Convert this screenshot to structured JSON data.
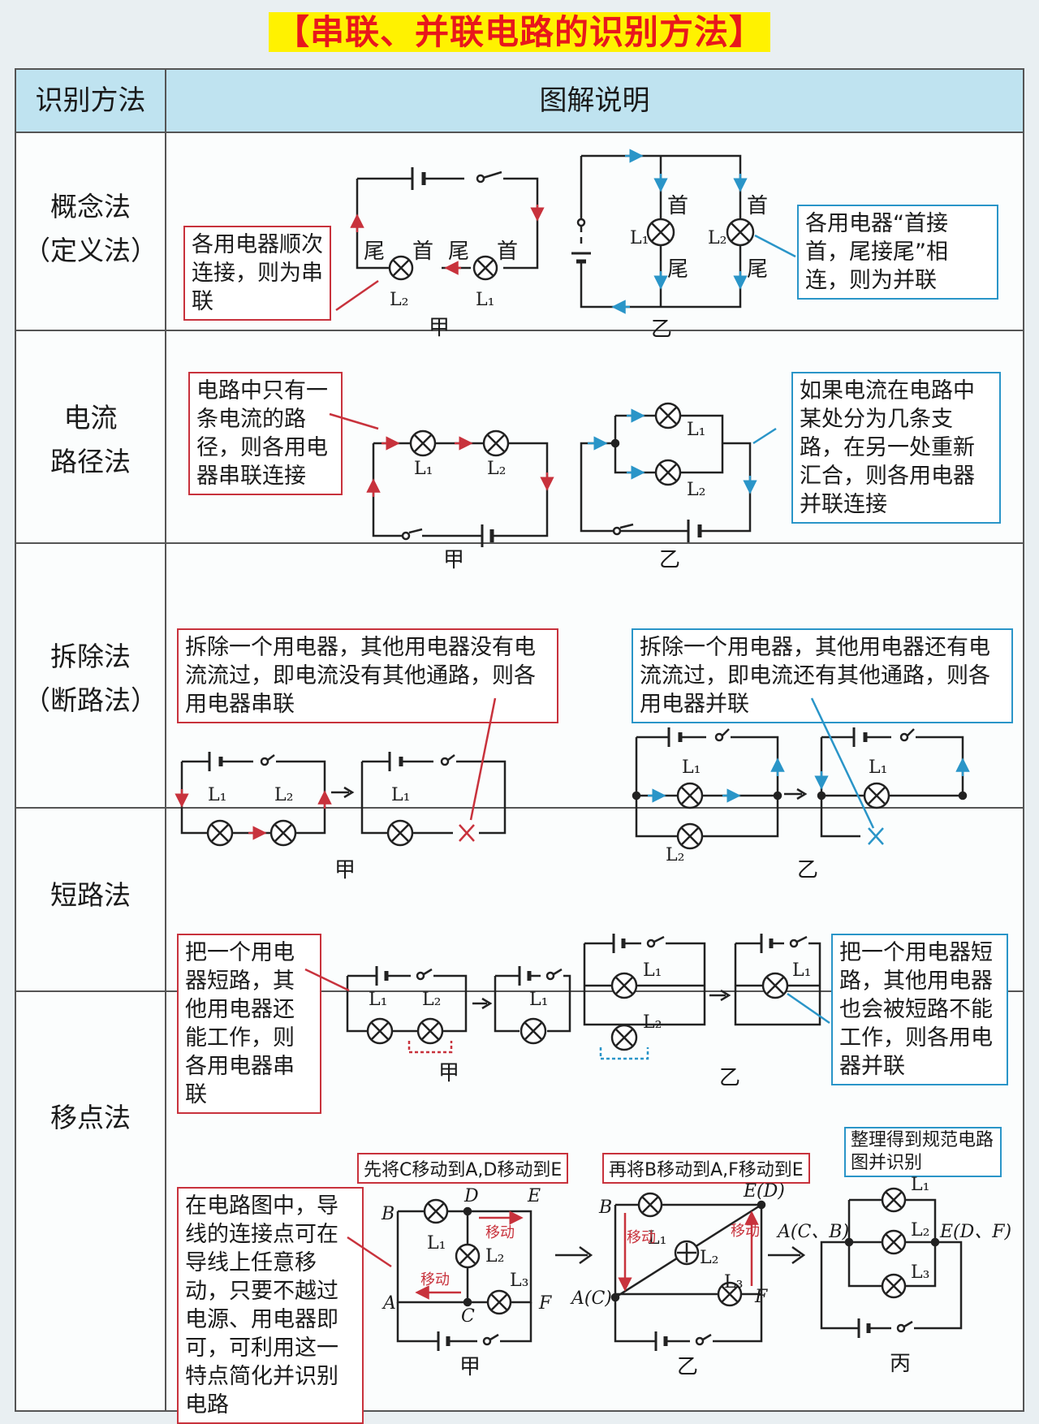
{
  "page_title": "【串联、并联电路的识别方法】",
  "table": {
    "col_method": "识别方法",
    "col_diagram": "图解说明"
  },
  "rows": {
    "concept": {
      "method_line1": "概念法",
      "method_line2": "（定义法）",
      "note_series": "各用电器顺次连接，则为串联",
      "note_parallel": "各用电器“首接首，尾接尾”相连，则为并联",
      "head": "首",
      "tail": "尾",
      "fig_a": "甲",
      "fig_b": "乙"
    },
    "path": {
      "method_line1": "电流",
      "method_line2": "路径法",
      "note_series": "电路中只有一条电流的路径，则各用电器串联连接",
      "note_parallel": "如果电流在电路中某处分为几条支路，在另一处重新汇合，则各用电器并联连接",
      "fig_a": "甲",
      "fig_b": "乙"
    },
    "remove": {
      "method_line1": "拆除法",
      "method_line2": "（断路法）",
      "note_series": "拆除一个用电器，其他用电器没有电流流过，即电流没有其他通路，则各用电器串联",
      "note_parallel": "拆除一个用电器，其他用电器还有电流流过，即电流还有其他通路，则各用电器并联",
      "fig_a": "甲",
      "fig_b": "乙"
    },
    "short": {
      "method_line1": "短路法",
      "note_series": "把一个用电器短路，其他用电器还能工作，则各用电器串联",
      "note_parallel": "把一个用电器短路，其他用电器也会被短路不能工作，则各用电器并联",
      "fig_a": "甲",
      "fig_b": "乙"
    },
    "move": {
      "method_line1": "移点法",
      "note": "在电路图中，导线的连接点可在导线上任意移动，只要不越过电源、用电器即可，可利用这一特点简化并识别电路",
      "cap_1": "先将C移动到A,D移动到E",
      "cap_2": "再将B移动到A,F移动到E",
      "cap_3": "整理得到规范电路图并识别",
      "move_word": "移动",
      "fig_a": "甲",
      "fig_b": "乙",
      "fig_c": "丙",
      "pt_A": "A",
      "pt_B": "B",
      "pt_C": "C",
      "pt_D": "D",
      "pt_E": "E",
      "pt_F": "F",
      "pt_AC": "A(C)",
      "pt_ED": "E(D)",
      "pt_ACB": "A(C、B)",
      "pt_EDF": "E(D、F)"
    }
  },
  "colors": {
    "red": "#c8323c",
    "blue": "#2a95c8",
    "title_red": "#e8171c",
    "highlight": "#fff200",
    "header_bg": "#bfe3f0"
  }
}
